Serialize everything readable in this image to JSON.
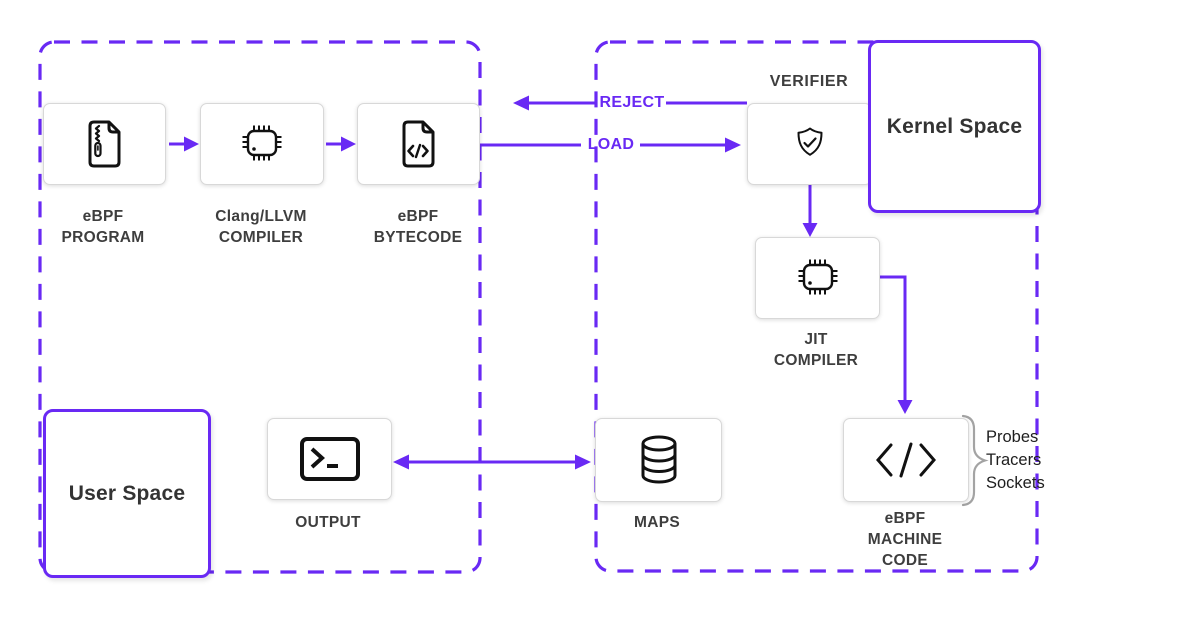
{
  "colors": {
    "accent": "#6929F4",
    "node_border": "#D8D8D8",
    "label_text": "#3E3E3E",
    "attach_text": "#1E1E1E",
    "brace": "#A3A3A3",
    "icon_stroke": "#111111"
  },
  "containers": {
    "user_space_label": "User Space",
    "kernel_space_label": "Kernel Space"
  },
  "nodes": {
    "program": {
      "icon": "zip-file-icon",
      "lines": [
        "eBPF",
        "PROGRAM"
      ]
    },
    "compiler": {
      "icon": "chip-icon",
      "lines": [
        "Clang/LLVM",
        "COMPILER"
      ]
    },
    "bytecode": {
      "icon": "code-file-icon",
      "lines": [
        "eBPF",
        "BYTECODE"
      ]
    },
    "verifier": {
      "icon": "shield-check-icon",
      "lines": [
        "VERIFIER"
      ]
    },
    "jit": {
      "icon": "chip-icon",
      "lines": [
        "JIT",
        "COMPILER"
      ]
    },
    "output": {
      "icon": "terminal-icon",
      "lines": [
        "OUTPUT"
      ]
    },
    "maps": {
      "icon": "database-icon",
      "lines": [
        "MAPS"
      ]
    },
    "machine_code": {
      "icon": "code-brackets-icon",
      "lines": [
        "eBPF",
        "MACHINE",
        "CODE"
      ]
    }
  },
  "edge_labels": {
    "reject": "REJECT",
    "load": "LOAD"
  },
  "attach_points": [
    "Probes",
    "Tracers",
    "Sockets"
  ]
}
